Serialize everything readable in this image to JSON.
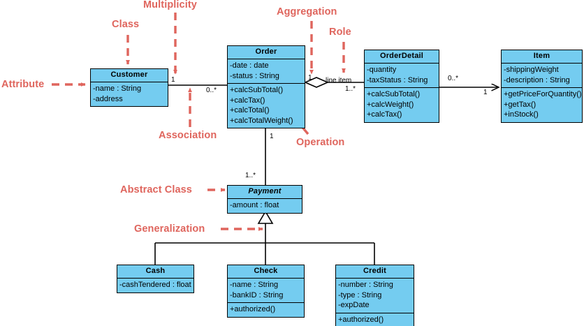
{
  "diagram": {
    "title": "UML Class Diagram",
    "colors": {
      "class_fill": "#74CCF0",
      "class_border": "#000000",
      "annotation": "#DF655D",
      "background": "#FFFFFF"
    }
  },
  "classes": [
    {
      "id": "customer",
      "name": "Customer",
      "abstract": false,
      "attributes": [
        "-name : String",
        "-address"
      ],
      "operations": []
    },
    {
      "id": "order",
      "name": "Order",
      "abstract": false,
      "attributes": [
        "-date : date",
        "-status : String"
      ],
      "operations": [
        "+calcSubTotal()",
        "+calcTax()",
        "+calcTotal()",
        "+calcTotalWeight()"
      ]
    },
    {
      "id": "orderdetail",
      "name": "OrderDetail",
      "abstract": false,
      "attributes": [
        "-quantity",
        "-taxStatus : String"
      ],
      "operations": [
        "+calcSubTotal()",
        "+calcWeight()",
        "+calcTax()"
      ]
    },
    {
      "id": "item",
      "name": "Item",
      "abstract": false,
      "attributes": [
        "-shippingWeight",
        "-description : String"
      ],
      "operations": [
        "+getPriceForQuantity()",
        "+getTax()",
        "+inStock()"
      ]
    },
    {
      "id": "payment",
      "name": "Payment",
      "abstract": true,
      "attributes": [
        "-amount : float"
      ],
      "operations": []
    },
    {
      "id": "cash",
      "name": "Cash",
      "abstract": false,
      "attributes": [
        "-cashTendered : float"
      ],
      "operations": []
    },
    {
      "id": "check",
      "name": "Check",
      "abstract": false,
      "attributes": [
        "-name : String",
        "-bankID : String"
      ],
      "operations": [
        "+authorized()"
      ]
    },
    {
      "id": "credit",
      "name": "Credit",
      "abstract": false,
      "attributes": [
        "-number : String",
        "-type : String",
        "-expDate"
      ],
      "operations": [
        "+authorized()"
      ]
    }
  ],
  "annotations": [
    {
      "id": "attribute",
      "label": "Attribute"
    },
    {
      "id": "class",
      "label": "Class"
    },
    {
      "id": "multiplicity",
      "label": "Multiplicity"
    },
    {
      "id": "aggregation",
      "label": "Aggregation"
    },
    {
      "id": "role",
      "label": "Role"
    },
    {
      "id": "association",
      "label": "Association"
    },
    {
      "id": "operation",
      "label": "Operation"
    },
    {
      "id": "abstract-class",
      "label": "Abstract Class"
    },
    {
      "id": "generalization",
      "label": "Generalization"
    }
  ],
  "multiplicities": [
    {
      "id": "customer-order-src",
      "label": "1"
    },
    {
      "id": "customer-order-dst",
      "label": "0..*"
    },
    {
      "id": "order-orderdetail-src",
      "label": "1"
    },
    {
      "id": "order-orderdetail-dst",
      "label": "1..*"
    },
    {
      "id": "orderdetail-item-src",
      "label": "0..*"
    },
    {
      "id": "orderdetail-item-dst",
      "label": "1"
    },
    {
      "id": "order-payment-src",
      "label": "1"
    },
    {
      "id": "order-payment-dst",
      "label": "1..*"
    }
  ],
  "roles": [
    {
      "id": "line-item",
      "label": "line item"
    }
  ]
}
